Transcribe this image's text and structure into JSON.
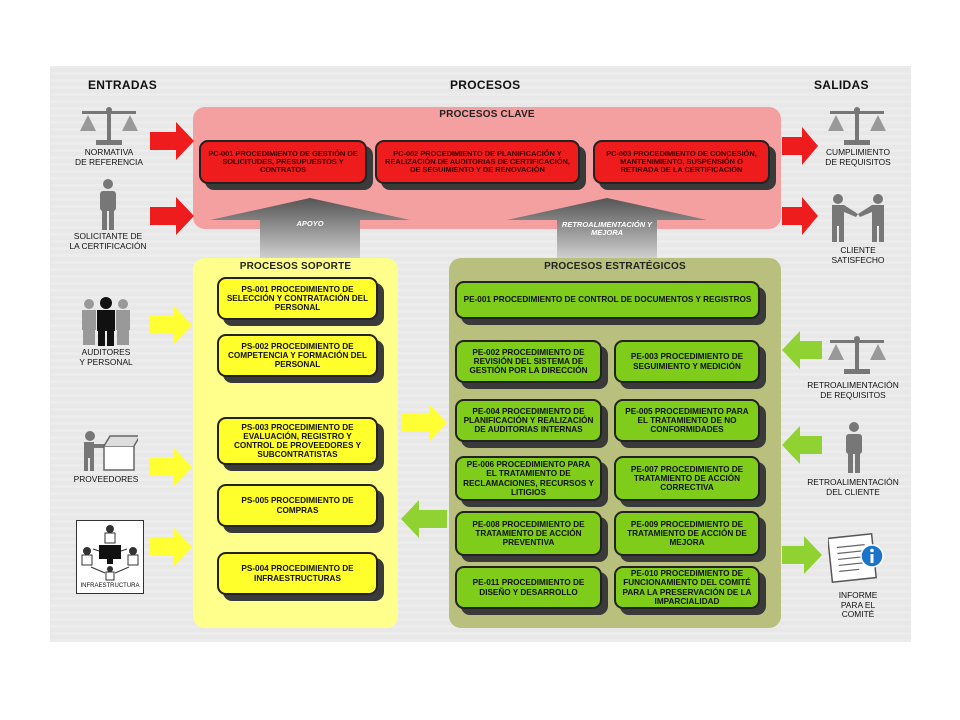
{
  "headers": {
    "inputs": "ENTRADAS",
    "processes": "PROCESOS",
    "outputs": "SALIDAS"
  },
  "key_processes": {
    "title": "PROCESOS CLAVE",
    "items": [
      "PC-001 PROCEDIMIENTO DE GESTIÓN DE SOLICITUDES, PRESUPUESTOS Y CONTRATOS",
      "PC-002 PROCEDIMIENTO DE PLANIFICACIÓN Y REALIZACIÓN DE AUDITORIAS DE CERTIFICACIÓN, DE SEGUIMIENTO Y DE RENOVACIÓN",
      "PC-003 PROCEDIMIENTO DE CONCESIÓN, MANTENIMIENTO, SUSPENSIÓN O RETIRADA DE LA CERTIFICACIÓN"
    ]
  },
  "flows": {
    "support": "APOYO",
    "feedback": "RETROALIMENTACIÓN Y MEJORA"
  },
  "support_processes": {
    "title": "PROCESOS SOPORTE",
    "items": [
      "PS-001 PROCEDIMIENTO DE SELECCIÓN Y CONTRATACIÓN DEL PERSONAL",
      "PS-002 PROCEDIMIENTO DE COMPETENCIA Y FORMACIÓN DEL PERSONAL",
      "PS-003 PROCEDIMIENTO DE EVALUACIÓN, REGISTRO Y CONTROL DE PROVEEDORES Y SUBCONTRATISTAS",
      "PS-005 PROCEDIMIENTO DE COMPRAS",
      "PS-004 PROCEDIMIENTO DE INFRAESTRUCTURAS"
    ]
  },
  "strategic_processes": {
    "title": "PROCESOS ESTRATÉGICOS",
    "top": "PE-001 PROCEDIMIENTO DE CONTROL DE DOCUMENTOS Y REGISTROS",
    "left": [
      "PE-002 PROCEDIMIENTO DE REVISIÓN DEL SISTEMA DE GESTIÓN POR LA DIRECCIÓN",
      "PE-004 PROCEDIMIENTO DE PLANIFICACIÓN Y REALIZACIÓN DE AUDITORIAS INTERNAS",
      "PE-006 PROCEDIMIENTO PARA EL TRATAMIENTO DE RECLAMACIONES, RECURSOS Y LITIGIOS",
      "PE-008 PROCEDIMIENTO DE TRATAMIENTO DE ACCIÓN PREVENTIVA",
      "PE-011 PROCEDIMIENTO DE DISEÑO Y DESARROLLO"
    ],
    "right": [
      "PE-003 PROCEDIMIENTO DE SEGUIMIENTO Y MEDICIÓN",
      "PE-005 PROCEDIMIENTO PARA EL TRATAMIENTO DE NO CONFORMIDADES",
      "PE-007 PROCEDIMIENTO DE TRATAMIENTO DE ACCIÓN CORRECTIVA",
      "PE-009 PROCEDIMIENTO DE TRATAMIENTO DE ACCIÓN DE MEJORA",
      "PE-010 PROCEDIMIENTO DE FUNCIONAMIENTO DEL COMITÉ PARA LA PRESERVACIÓN DE LA IMPARCIALIDAD"
    ]
  },
  "inputs": {
    "regulations": [
      "NORMATIVA",
      "DE REFERENCIA"
    ],
    "applicant": [
      "SOLICITANTE DE",
      "LA CERTIFICACIÓN"
    ],
    "auditors": [
      "AUDITORES",
      "Y PERSONAL"
    ],
    "suppliers": "PROVEEDORES",
    "infrastructure": "INFRAESTRUCTURA"
  },
  "outputs": {
    "compliance": [
      "CUMPLIMIENTO",
      "DE REQUISITOS"
    ],
    "client": [
      "CLIENTE",
      "SATISFECHO"
    ],
    "req_feedback": [
      "RETROALIMENTACIÓN",
      "DE REQUISITOS"
    ],
    "client_feedback": [
      "RETROALIMENTACIÓN",
      "DEL CLIENTE"
    ],
    "report": [
      "INFORME",
      "PARA EL",
      "COMITÉ"
    ]
  },
  "colors": {
    "key_panel": "#f5a0a0",
    "support_panel": "#ffff8c",
    "strategic_panel": "#b9bf7c",
    "red_arrow": "#ee1c1c",
    "yellow_arrow": "#ffff33",
    "green_arrow": "#8fd232"
  }
}
